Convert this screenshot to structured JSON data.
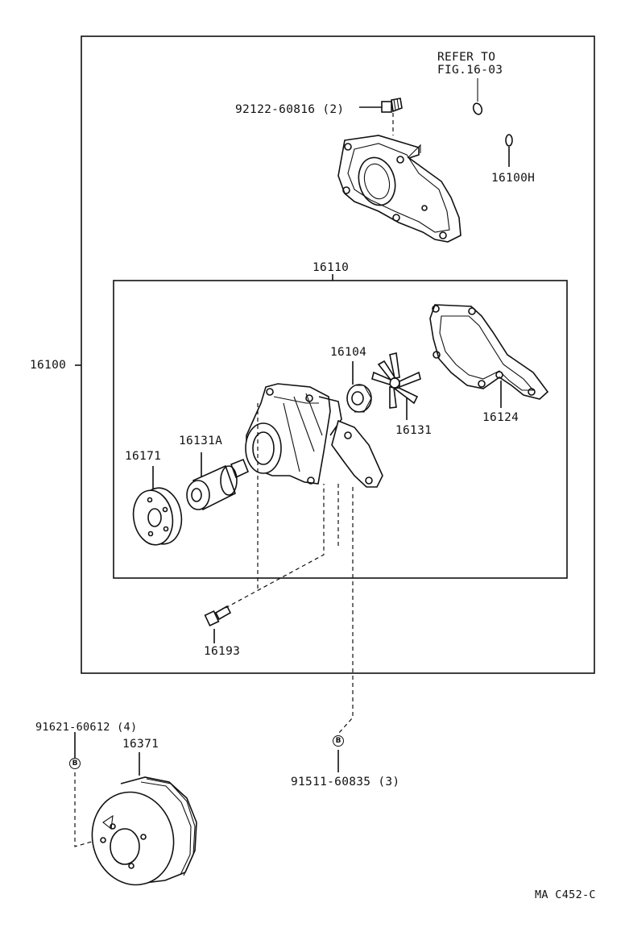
{
  "labels": {
    "refer_line1": "REFER TO",
    "refer_line2": "FIG.16-03",
    "bolt_top": "92122-60816 (2)",
    "oring": "16100H",
    "assembly": "16100",
    "subassembly": "16110",
    "seal": "16104",
    "impeller": "16131",
    "gasket": "16124",
    "shaft_bearing": "16131A",
    "hub": "16171",
    "bolt_small": "16193",
    "bolt_pulley": "91621-60612 (4)",
    "pulley": "16371",
    "bolt_bottom": "91511-60835 (3)",
    "figure_code": "MA C452-C",
    "badge": "B"
  }
}
